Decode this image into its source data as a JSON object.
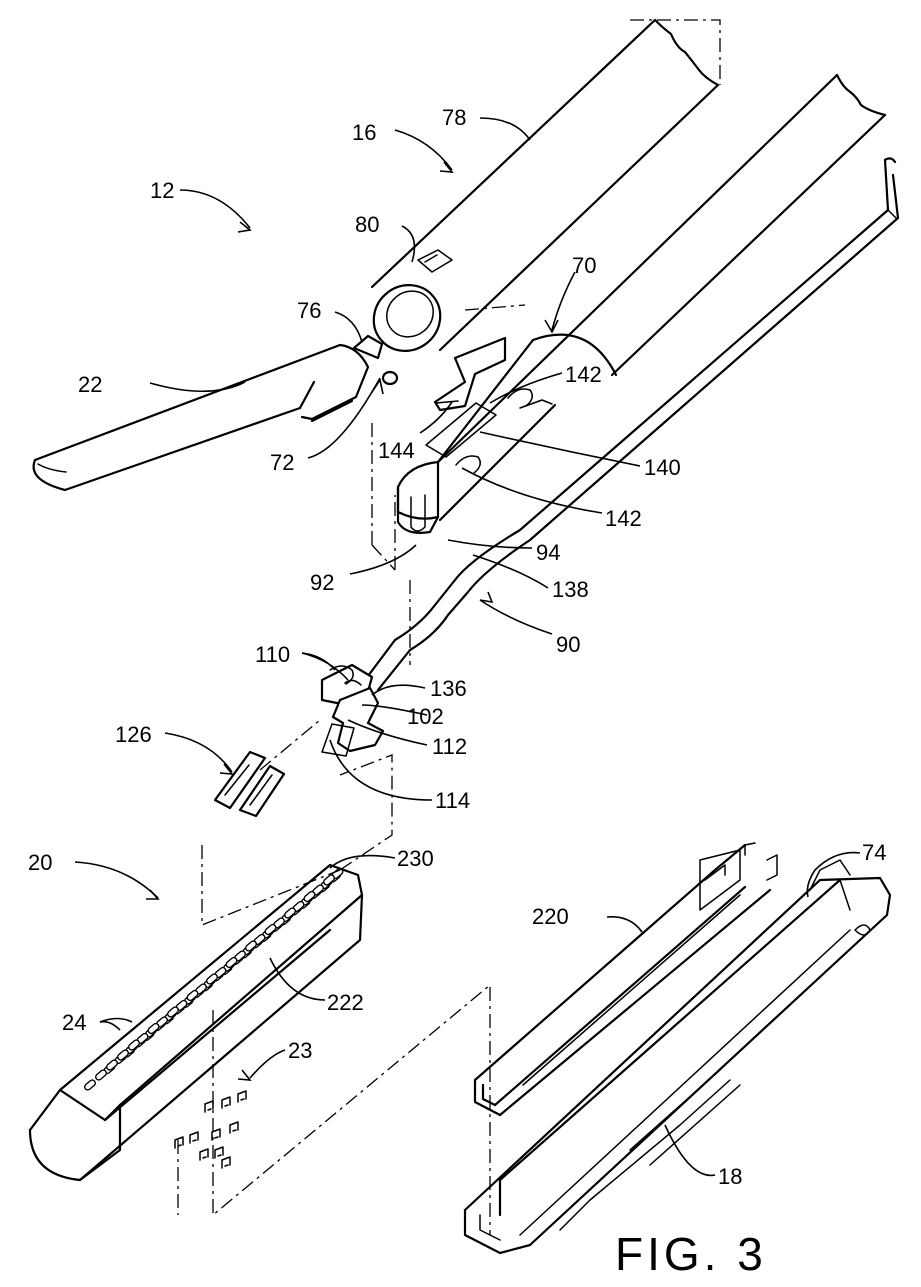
{
  "figure": {
    "title": "FIG.  3"
  },
  "labels": {
    "l12": "12",
    "l16": "16",
    "l78": "78",
    "l80": "80",
    "l70": "70",
    "l76": "76",
    "l22": "22",
    "l72": "72",
    "l144": "144",
    "l142a": "142",
    "l140": "140",
    "l142b": "142",
    "l92": "92",
    "l94": "94",
    "l138": "138",
    "l90": "90",
    "l110": "110",
    "l136": "136",
    "l102": "102",
    "l112": "112",
    "l126": "126",
    "l114": "114",
    "l20": "20",
    "l230": "230",
    "l74": "74",
    "l220": "220",
    "l222": "222",
    "l24": "24",
    "l23": "23",
    "l18": "18"
  }
}
